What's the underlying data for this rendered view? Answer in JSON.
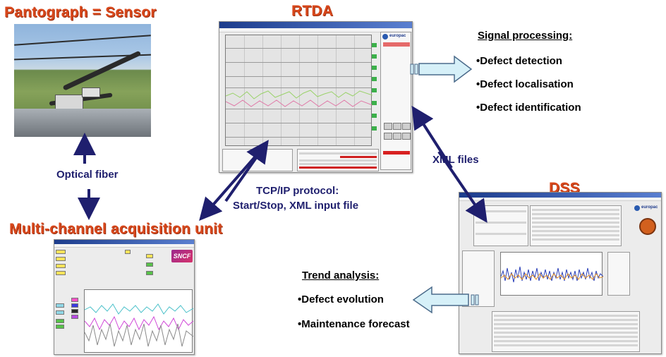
{
  "titles": {
    "pantograph": "Pantograph = Sensor",
    "rtda": "RTDA",
    "dss": "DSS",
    "acquisition_unit": "Multi-channel acquisition unit"
  },
  "labels": {
    "optical_fiber": "Optical fiber",
    "xml_files": "XML files",
    "tcp_line1": "TCP/IP protocol:",
    "tcp_line2": "Start/Stop, XML input file"
  },
  "signal_processing": {
    "heading": "Signal processing:",
    "items": [
      "•Defect detection",
      "•Defect localisation",
      "•Defect identification"
    ]
  },
  "trend_analysis": {
    "heading": "Trend analysis:",
    "items": [
      "•Defect evolution",
      "•Maintenance forecast"
    ]
  },
  "logos": {
    "europac_rtda": "europac",
    "europac_dss": "europac",
    "sncf": "SNCF"
  },
  "colors": {
    "title_red": "#d9481c",
    "arrow_navy": "#1f1f6e",
    "block_arrow_fill": "#d6f0f8",
    "block_arrow_stroke": "#4a6a8a"
  }
}
